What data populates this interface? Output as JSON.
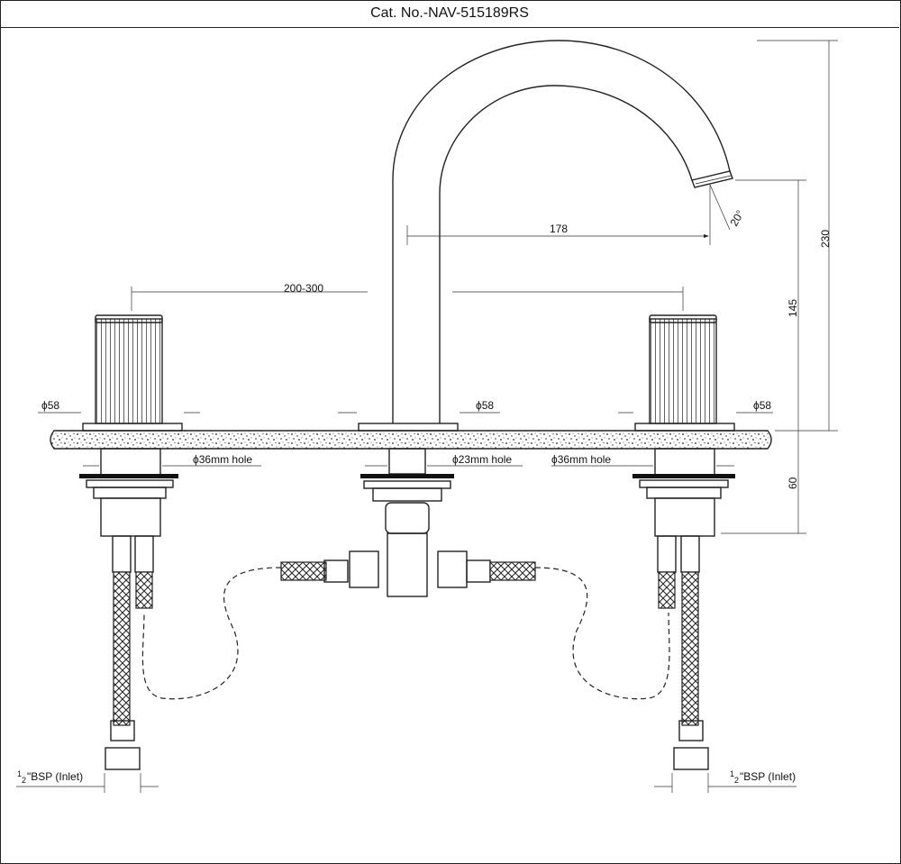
{
  "header": {
    "title": "Cat. No.-NAV-515189RS"
  },
  "dimensions": {
    "spread": "200-300",
    "spout_reach": "178",
    "total_height": "230",
    "spout_height": "145",
    "under_deck": "60",
    "spout_angle": "20°",
    "handle_dia_left": "ϕ58",
    "spout_base_dia": "ϕ58",
    "handle_dia_right": "ϕ58",
    "hole_left": "ϕ36mm hole",
    "hole_center": "ϕ23mm hole",
    "hole_right": "ϕ36mm hole"
  },
  "inlets": {
    "left": {
      "fraction_num": "1",
      "fraction_den": "2",
      "text": "\"BSP (Inlet)"
    },
    "right": {
      "fraction_num": "1",
      "fraction_den": "2",
      "text": "\"BSP (Inlet)"
    }
  }
}
